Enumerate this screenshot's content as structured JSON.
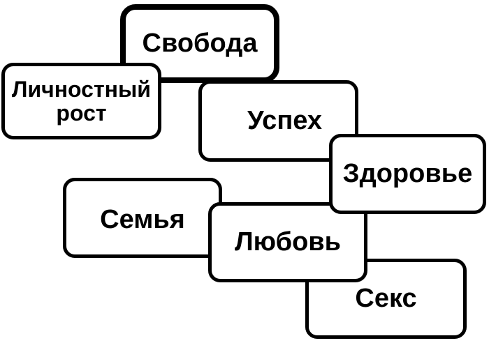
{
  "colors": {
    "background": "#ffffff",
    "card_fill": "#ffffff",
    "card_border": "#000000",
    "card_text": "#000000"
  },
  "cards": [
    {
      "id": "freedom",
      "label": "Свобода"
    },
    {
      "id": "personal-growth",
      "label": "Личностный рост"
    },
    {
      "id": "success",
      "label": "Успех"
    },
    {
      "id": "health",
      "label": "Здоровье"
    },
    {
      "id": "family",
      "label": "Семья"
    },
    {
      "id": "love",
      "label": "Любовь"
    },
    {
      "id": "sex",
      "label": "Секс"
    }
  ]
}
